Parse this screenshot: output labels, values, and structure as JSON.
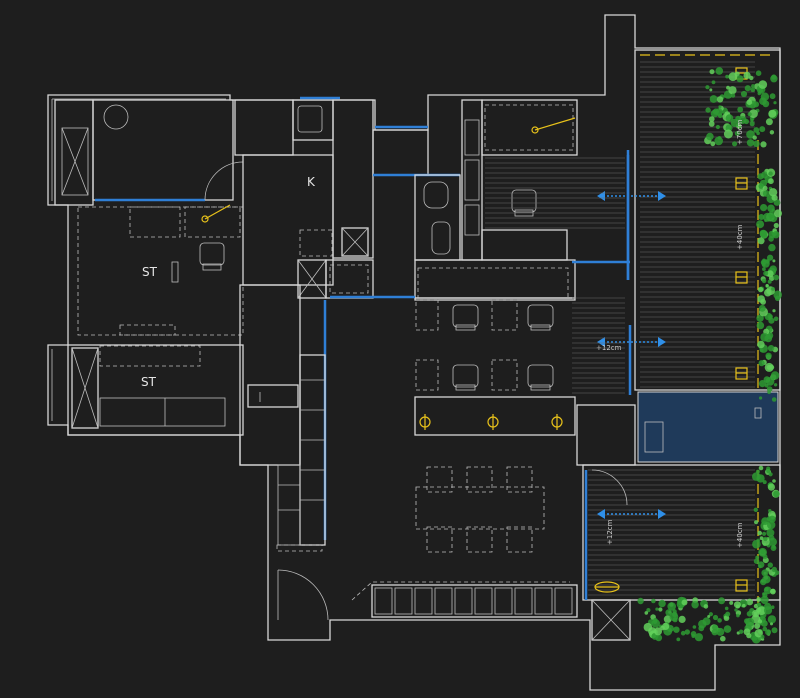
{
  "rooms": [
    {
      "id": "kitchen",
      "label": "K"
    },
    {
      "id": "storage-upper",
      "label": "ST"
    },
    {
      "id": "storage-lower",
      "label": "ST"
    }
  ],
  "dimensions": [
    {
      "id": "dim-top-right",
      "label": "+70cm"
    },
    {
      "id": "dim-mid-right",
      "label": "+40cm"
    },
    {
      "id": "dim-mid-left",
      "label": "+12cm"
    },
    {
      "id": "dim-bottom-left",
      "label": "+12cm"
    },
    {
      "id": "dim-bottom-right",
      "label": "+40cm"
    }
  ],
  "colors": {
    "background": "#1e1e1e",
    "walls": "#d8d8d8",
    "glass": "#2f7fd6",
    "accent_yellow": "#e8c21a",
    "planting": "#2e9a33",
    "water": "#1f3a5a"
  },
  "icons": [
    "door-swing-icon",
    "chair-icon",
    "ceiling-light-icon",
    "flow-arrow-icon",
    "planter-icon",
    "toilet-icon",
    "sink-icon",
    "window-glass-icon"
  ]
}
